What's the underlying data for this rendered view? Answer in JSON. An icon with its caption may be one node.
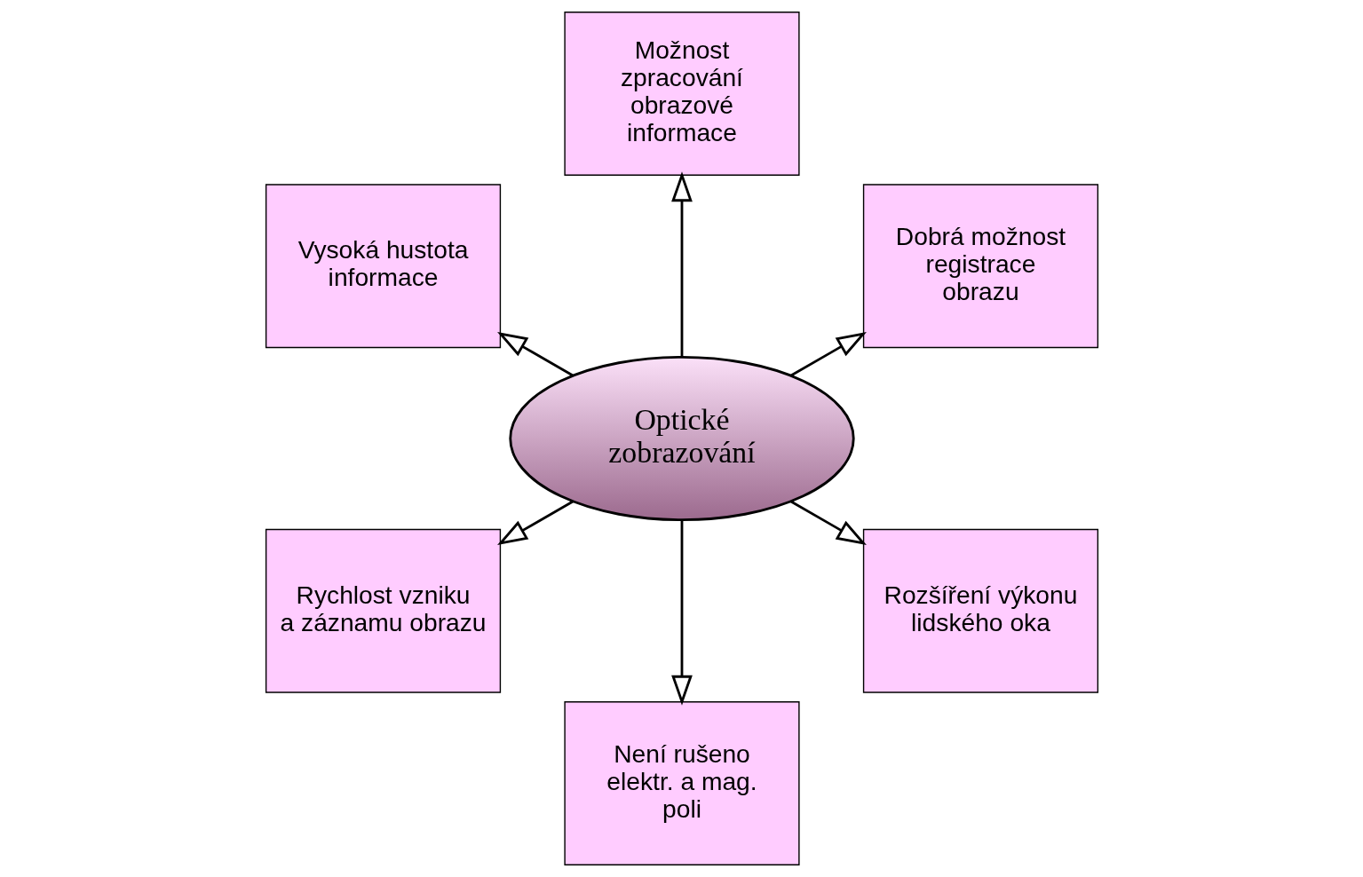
{
  "diagram": {
    "nodes": [
      {
        "text": [
          "Dobrá možnost registrace obrazu"
        ]
      },
      {
        "text": [
          "Možnost zpracování obrazové informace"
        ]
      },
      {
        "text": [
          "Vysoká hustota informace"
        ]
      },
      {
        "text": [
          "Optické zobrazování"
        ]
      },
      {
        "text": [
          "Rychlost vzniku a záznamu obrazu"
        ]
      },
      {
        "text": [
          "Není rušeno elektr. a mag. poli"
        ]
      },
      {
        "text": [
          "Rozšíření výkonu lidského oka"
        ]
      }
    ],
    "edges": [
      {
        "from": 3,
        "to": 0,
        "arrow": "to"
      },
      {
        "from": 3,
        "to": 1,
        "arrow": "to"
      },
      {
        "from": 3,
        "to": 2,
        "arrow": "to"
      },
      {
        "from": 3,
        "to": 4,
        "arrow": "to"
      },
      {
        "from": 3,
        "to": 5,
        "arrow": "to"
      },
      {
        "from": 3,
        "to": 6,
        "arrow": "to"
      }
    ]
  }
}
